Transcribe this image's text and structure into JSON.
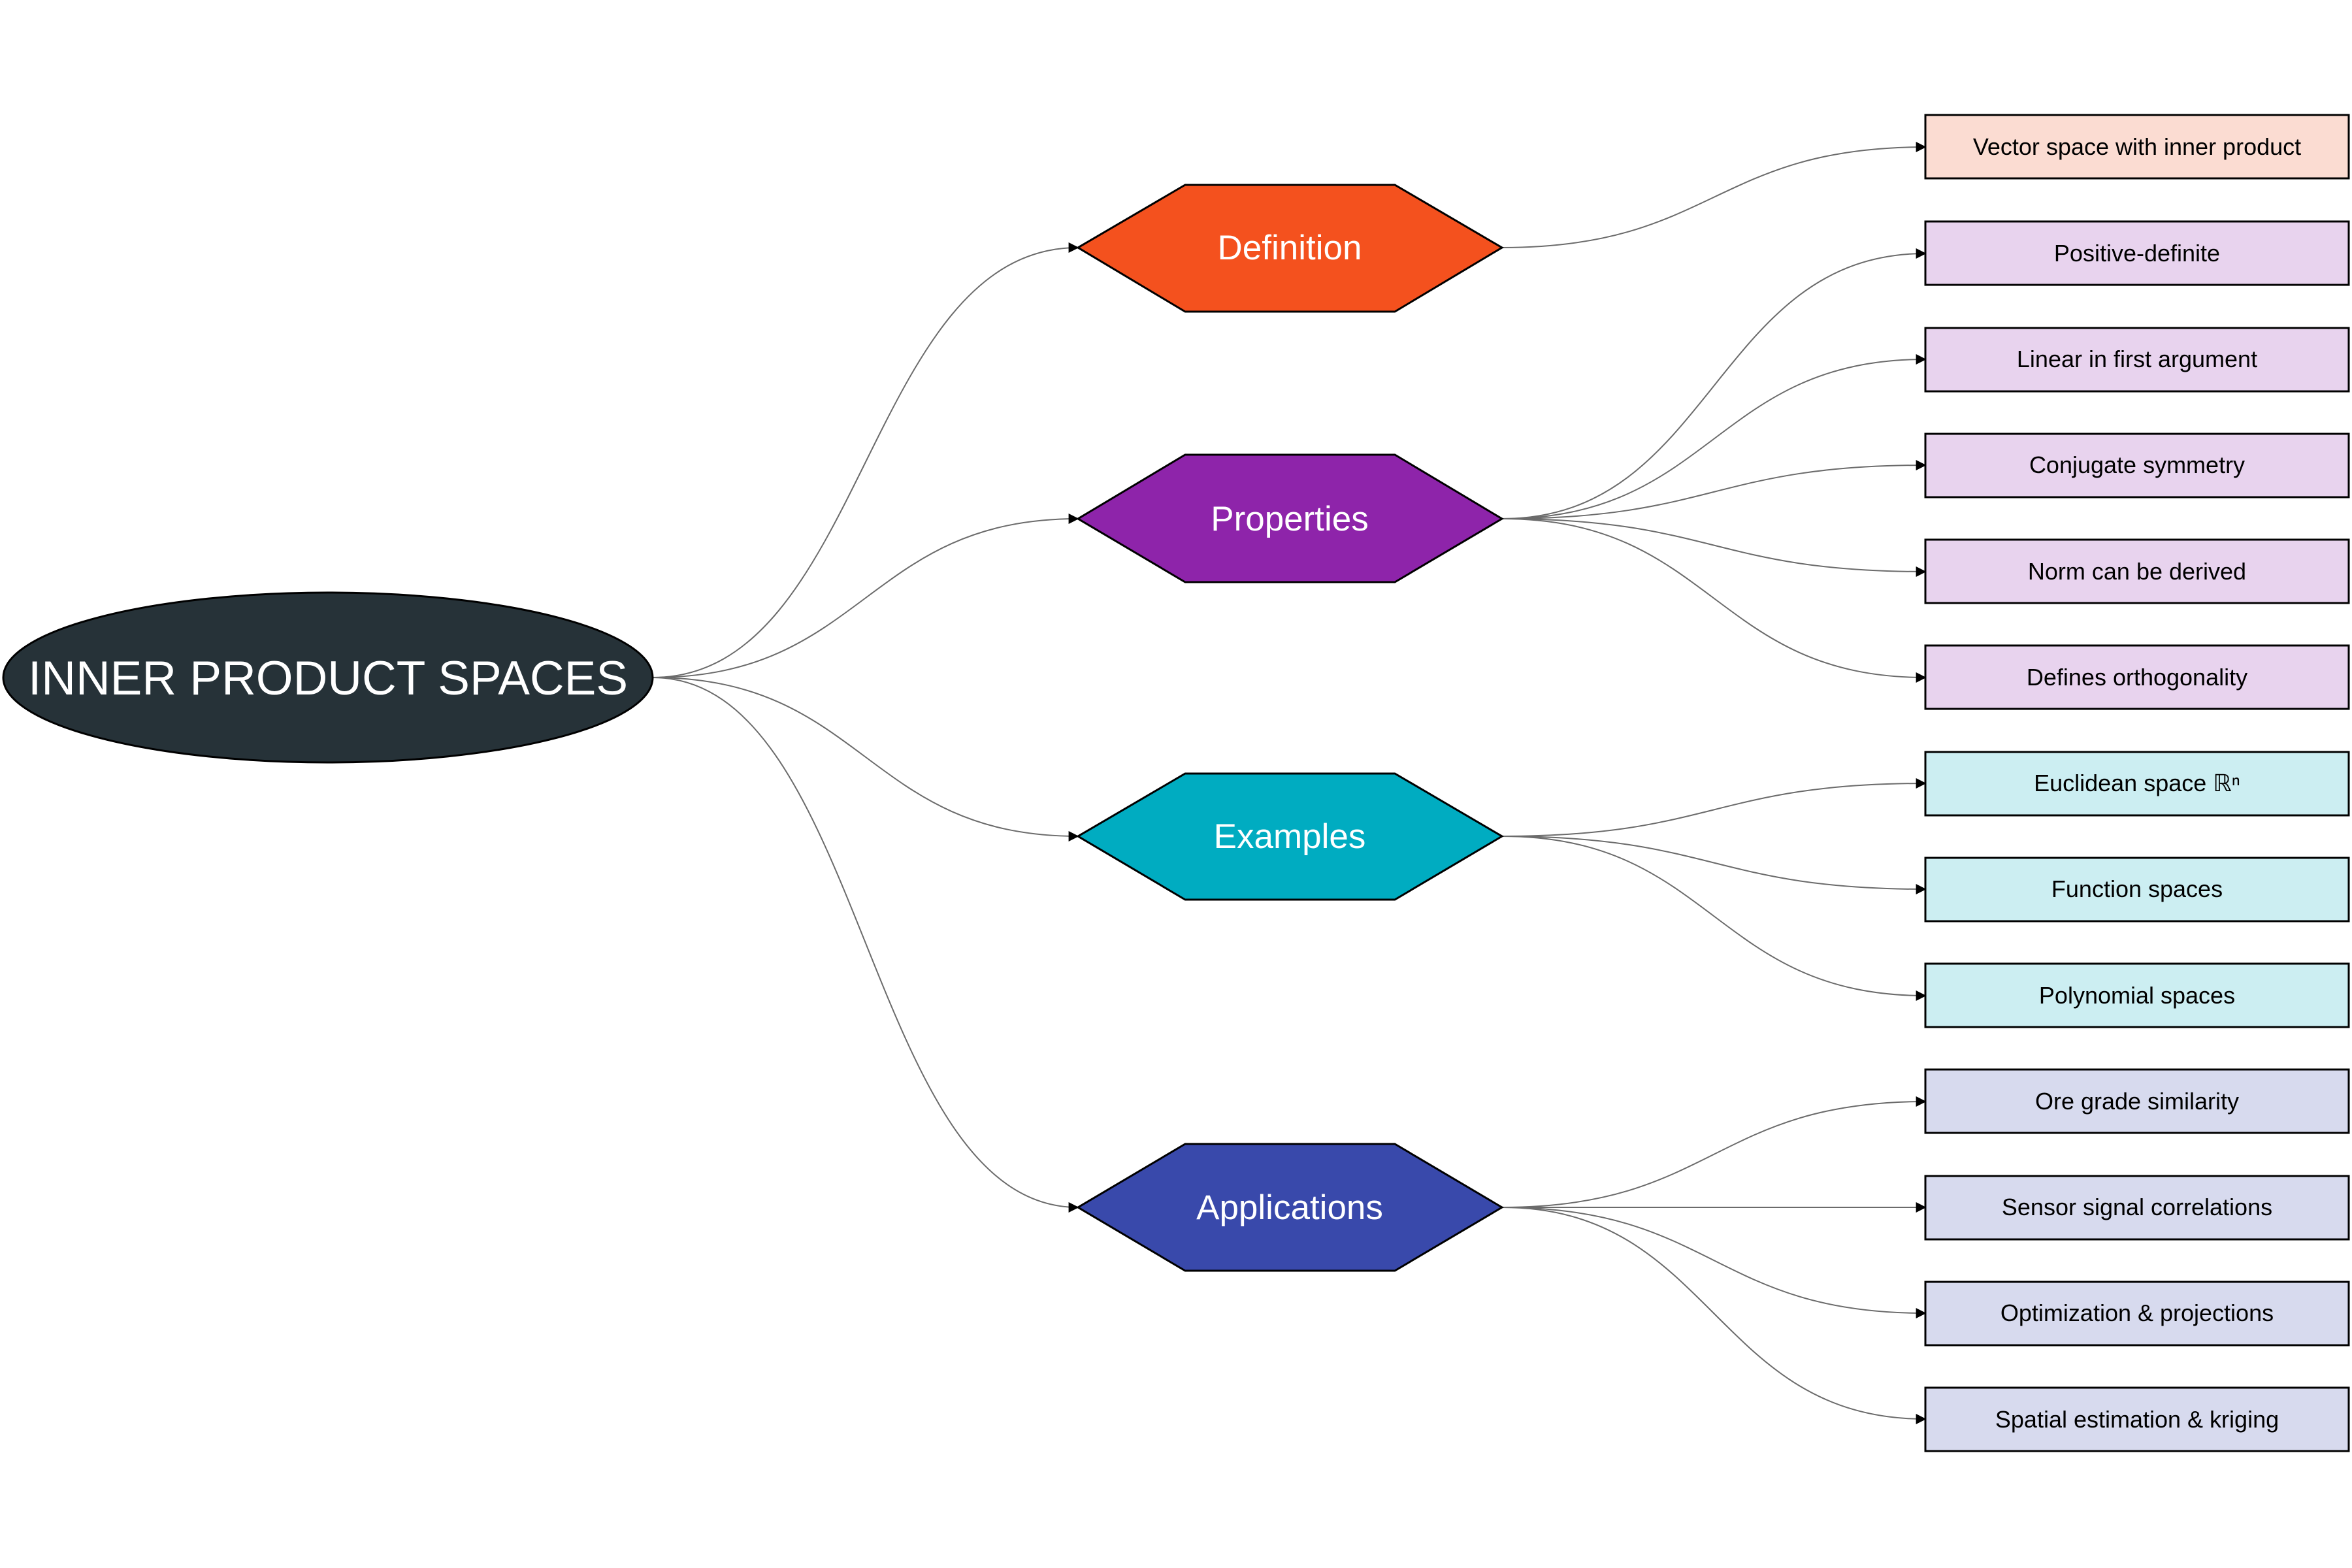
{
  "root": {
    "label": "INNER PRODUCT SPACES",
    "fill": "#263238"
  },
  "branches": [
    {
      "id": "definition",
      "label": "Definition",
      "fill": "#F4511E",
      "leaf_fill": "#FBDCD2",
      "leaves": [
        "Vector space with inner product"
      ]
    },
    {
      "id": "properties",
      "label": "Properties",
      "fill": "#8E24AA",
      "leaf_fill": "#E8D3EE",
      "leaves": [
        "Positive-definite",
        "Linear in first argument",
        "Conjugate symmetry",
        "Norm can be derived",
        "Defines orthogonality"
      ]
    },
    {
      "id": "examples",
      "label": "Examples",
      "fill": "#00ACC1",
      "leaf_fill": "#CCEEF2",
      "leaves": [
        "Euclidean space ℝⁿ",
        "Function spaces",
        "Polynomial spaces"
      ]
    },
    {
      "id": "applications",
      "label": "Applications",
      "fill": "#3949AB",
      "leaf_fill": "#D7DAEE",
      "leaves": [
        "Ore grade similarity",
        "Sensor signal correlations",
        "Optimization & projections",
        "Spatial estimation & kriging"
      ]
    }
  ]
}
